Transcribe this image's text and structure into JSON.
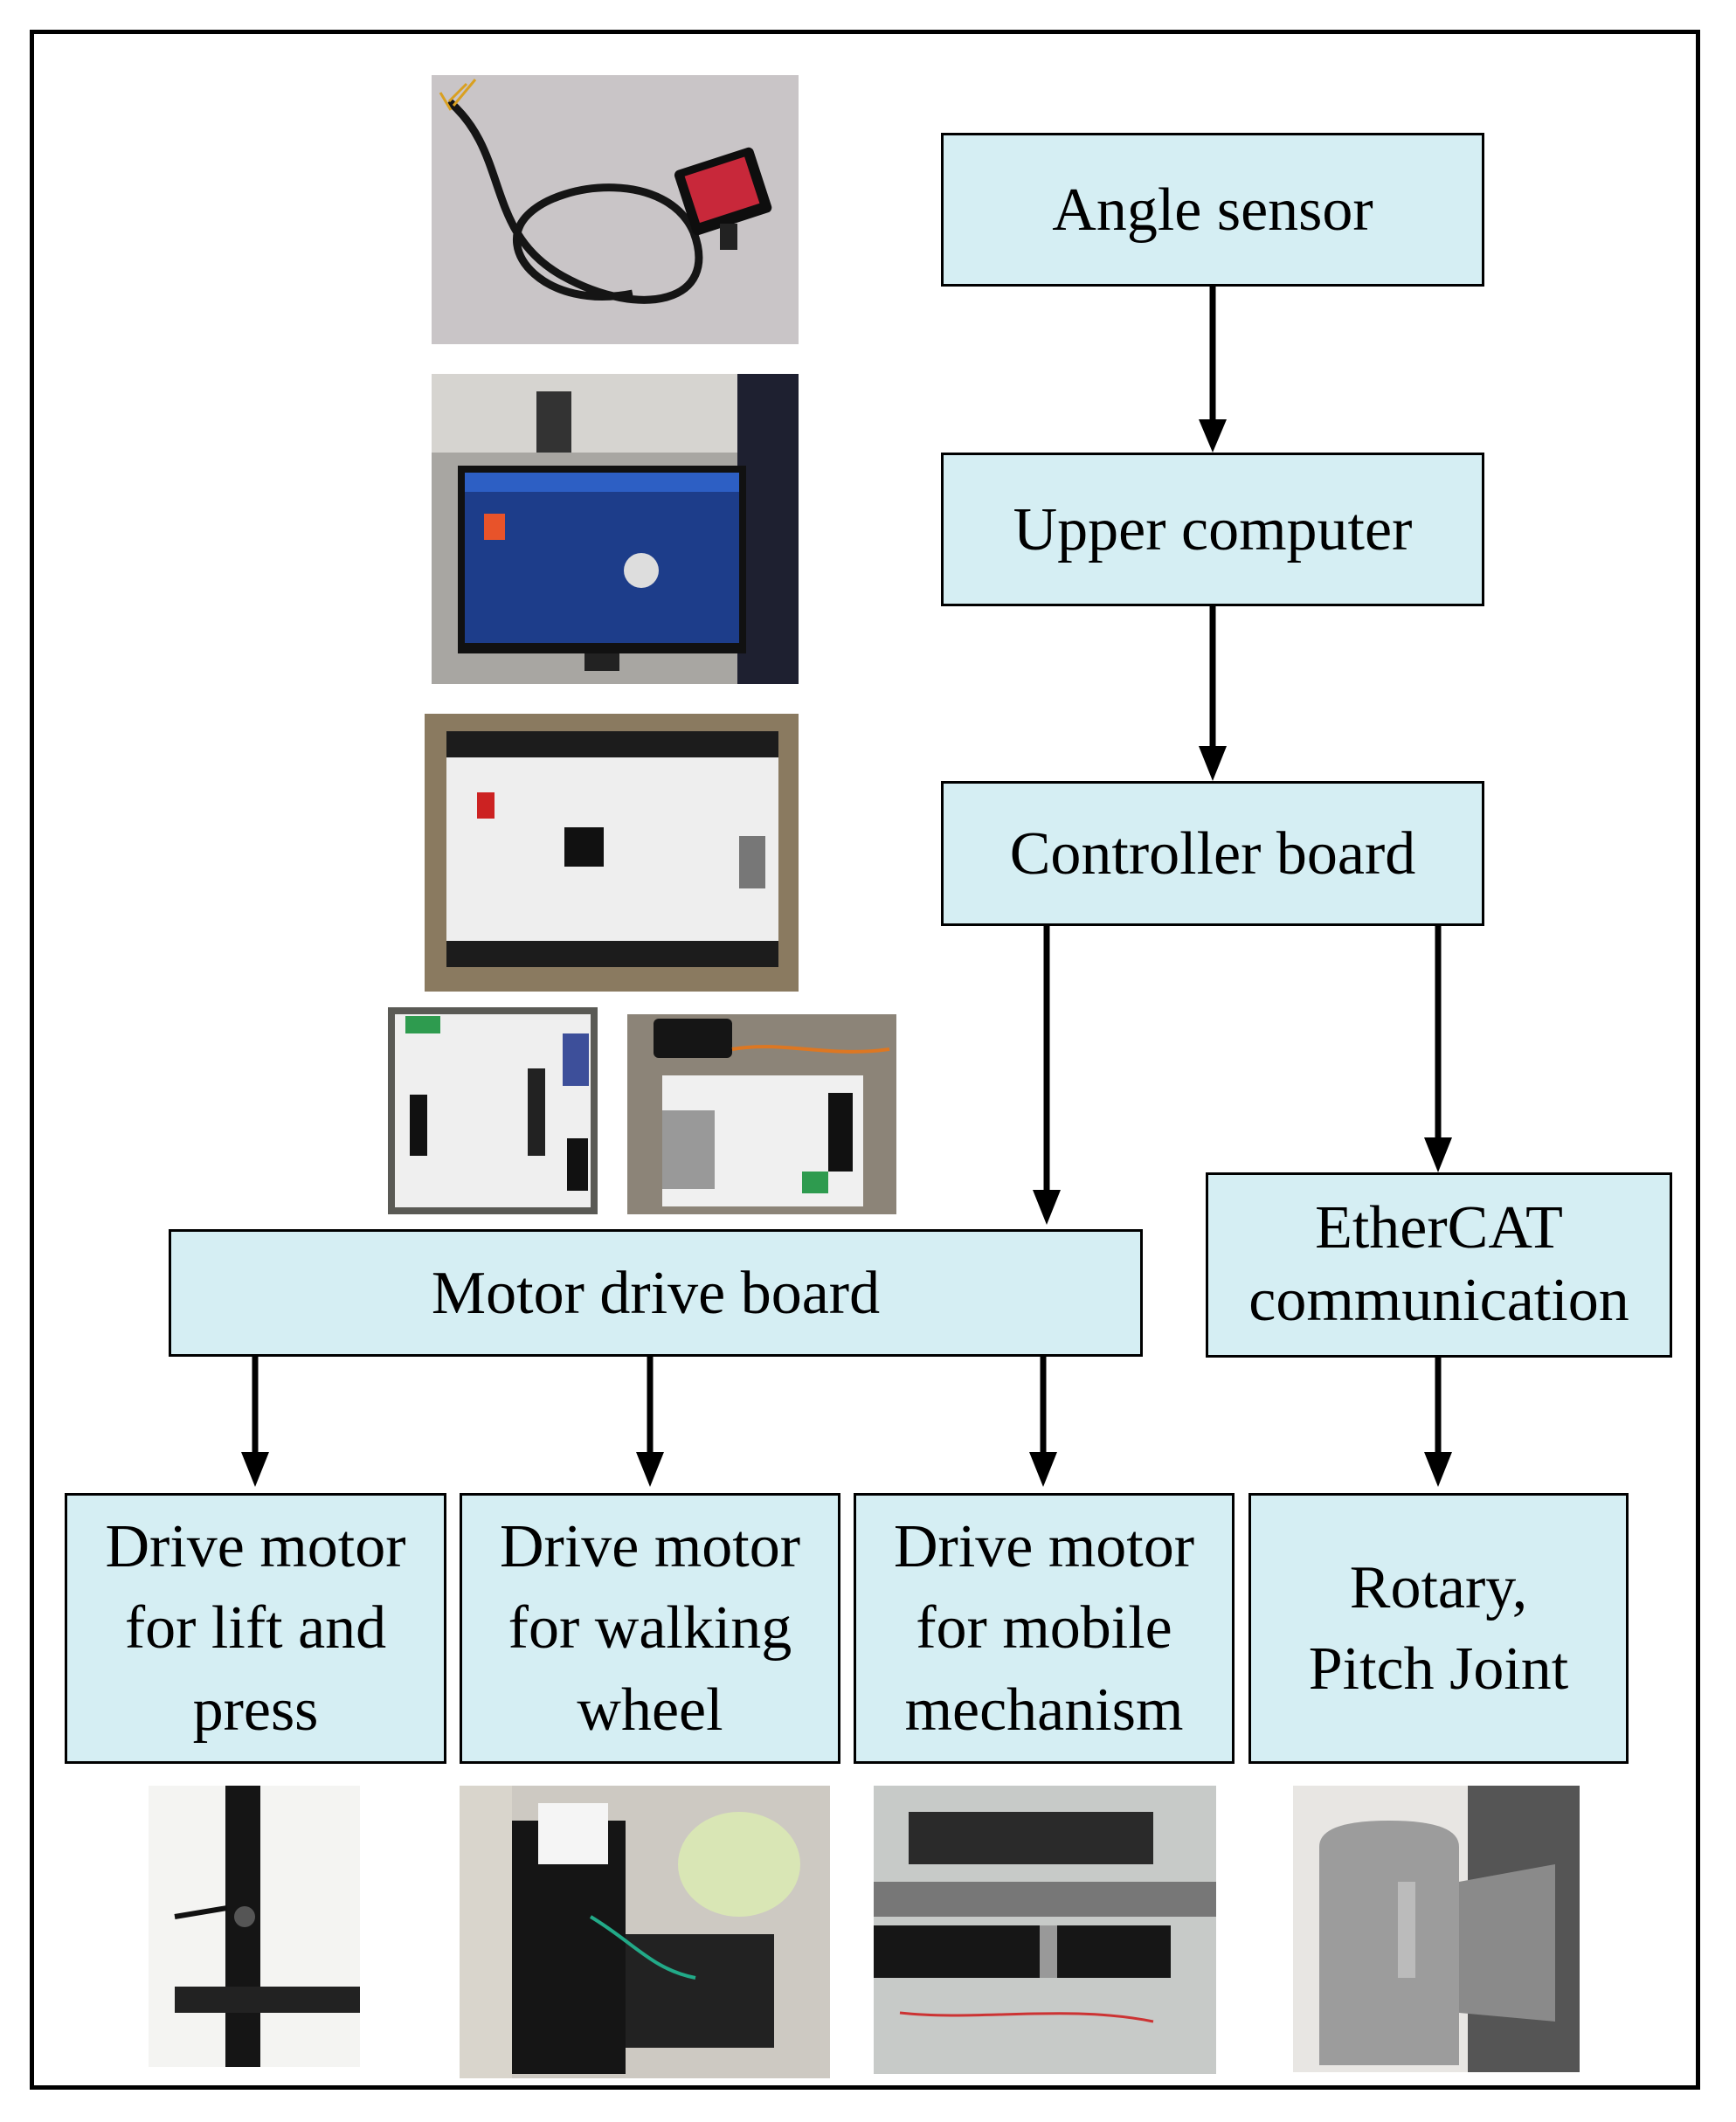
{
  "nodes": {
    "angle_sensor": "Angle sensor",
    "upper_computer": "Upper computer",
    "controller_board": "Controller board",
    "ethercat": "EtherCAT\ncommunication",
    "motor_drive_board": "Motor drive board",
    "drive_lift": "Drive motor\nfor lift and\npress",
    "drive_walking": "Drive motor\nfor walking\nwheel",
    "drive_mobile": "Drive motor\nfor mobile\nmechanism",
    "rotary_pitch": "Rotary,\nPitch Joint"
  },
  "edges": [
    [
      "angle_sensor",
      "upper_computer"
    ],
    [
      "upper_computer",
      "controller_board"
    ],
    [
      "controller_board",
      "motor_drive_board"
    ],
    [
      "controller_board",
      "ethercat"
    ],
    [
      "motor_drive_board",
      "drive_lift"
    ],
    [
      "motor_drive_board",
      "drive_walking"
    ],
    [
      "motor_drive_board",
      "drive_mobile"
    ],
    [
      "ethercat",
      "rotary_pitch"
    ]
  ],
  "colors": {
    "box_fill": "#d5eef3",
    "stroke": "#000000"
  }
}
